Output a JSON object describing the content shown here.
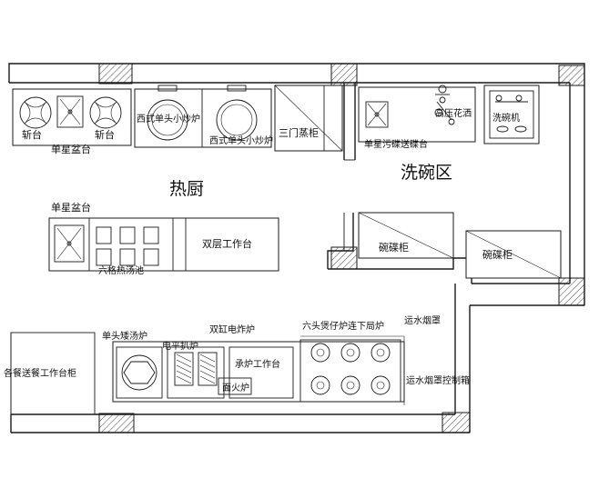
{
  "rooms": {
    "hot_kitchen": "热厨",
    "dish_area": "洗碗区"
  },
  "labels": {
    "counter_top_left": "斩台",
    "counter_top_right": "斩台",
    "single_sink_top": "单星盆台",
    "wok_1": "西式单头小炒炉",
    "wok_2": "西式单头小炒炉",
    "steamer_cabinet": "三门蒸柜",
    "single_sink_mid": "单星盆台",
    "six_bain_marie": "六格热汤池",
    "double_workbench": "双层工作台",
    "dirty_dish_counter": "单星污碟送碟台",
    "high_pressure_spray": "高压花洒",
    "dishwasher": "洗碗机",
    "dish_cabinet_1": "碗碟柜",
    "dish_cabinet_2": "碗碟柜",
    "serving_cabinet": "各餐送餐工作台柜",
    "single_stockpot": "单头矮汤炉",
    "griddle": "电平扒炉",
    "double_fryer": "双缸电炸炉",
    "six_burner": "六头煲仔炉连下局炉",
    "hood": "运水烟罩",
    "hood_control": "运水烟罩控制箱",
    "bridge_workbench": "承炉工作台",
    "salamander": "面火炉"
  }
}
